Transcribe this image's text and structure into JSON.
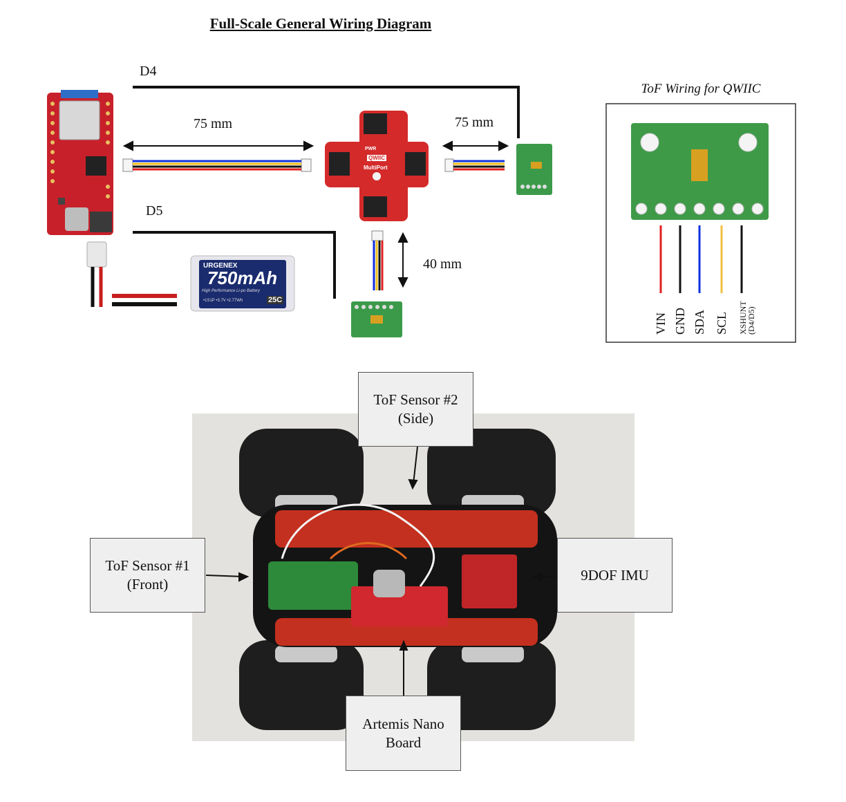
{
  "title": "Full-Scale General Wiring Diagram",
  "pins": {
    "d4": "D4",
    "d5": "D5"
  },
  "dimensions": {
    "left_cable": "75 mm",
    "right_cable": "75 mm",
    "down_cable": "40 mm"
  },
  "battery": {
    "brand": "URGENEX",
    "capacity": "750mAh",
    "subtitle": "High Performance Li-po Battery",
    "specs": "•1S1P •3.7V •2.77Wh",
    "rating": "25C"
  },
  "multiport": {
    "brand": "QWIIC",
    "name": "MultiPort",
    "pwr": "PWR"
  },
  "tof_panel": {
    "title": "ToF Wiring for QWIIC",
    "pins": [
      {
        "label": "VIN",
        "color": "#e02020"
      },
      {
        "label": "GND",
        "color": "#111111"
      },
      {
        "label": "SDA",
        "color": "#1030e0"
      },
      {
        "label": "SCL",
        "color": "#f0c040"
      },
      {
        "label": "XSHUNT",
        "sub": "(D4/D5)",
        "color": "#111111"
      }
    ]
  },
  "callouts": {
    "tof2_line1": "ToF Sensor #2",
    "tof2_line2": "(Side)",
    "tof1_line1": "ToF Sensor #1",
    "tof1_line2": "(Front)",
    "imu": "9DOF IMU",
    "artemis_line1": "Artemis Nano",
    "artemis_line2": "Board"
  }
}
